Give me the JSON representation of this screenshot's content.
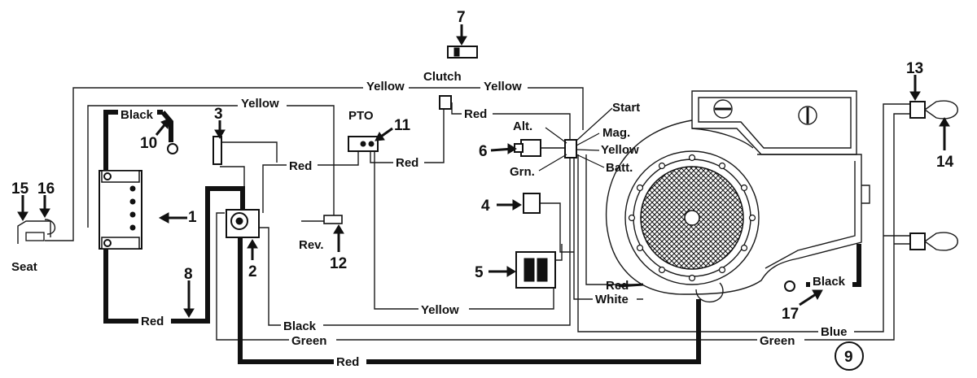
{
  "wire_labels": {
    "yellow_top_left": "Yellow",
    "yellow_top_right": "Yellow",
    "yellow_seat": "Yellow",
    "clutch": "Clutch",
    "red_clutch": "Red",
    "pto": "PTO",
    "red_left": "Red",
    "red_pto": "Red",
    "rev": "Rev.",
    "start": "Start",
    "alt": "Alt.",
    "mag": "Mag.",
    "yellow_engine": "Yellow",
    "grn": "Grn.",
    "batt": "Batt.",
    "black_bat": "Black",
    "red_bat": "Red",
    "seat": "Seat",
    "red_engine": "Red",
    "white": "White",
    "yellow_bottom": "Yellow",
    "black_bottom": "Black",
    "green_left": "Green",
    "green_right": "Green",
    "blue": "Blue",
    "red_bottom": "Red",
    "black_ground": "Black"
  },
  "callouts": {
    "n1": "1",
    "n2": "2",
    "n3": "3",
    "n4": "4",
    "n5": "5",
    "n6": "6",
    "n7": "7",
    "n8": "8",
    "n9": "9",
    "n10": "10",
    "n11": "11",
    "n12": "12",
    "n13": "13",
    "n14": "14",
    "n15": "15",
    "n16": "16",
    "n17": "17"
  }
}
